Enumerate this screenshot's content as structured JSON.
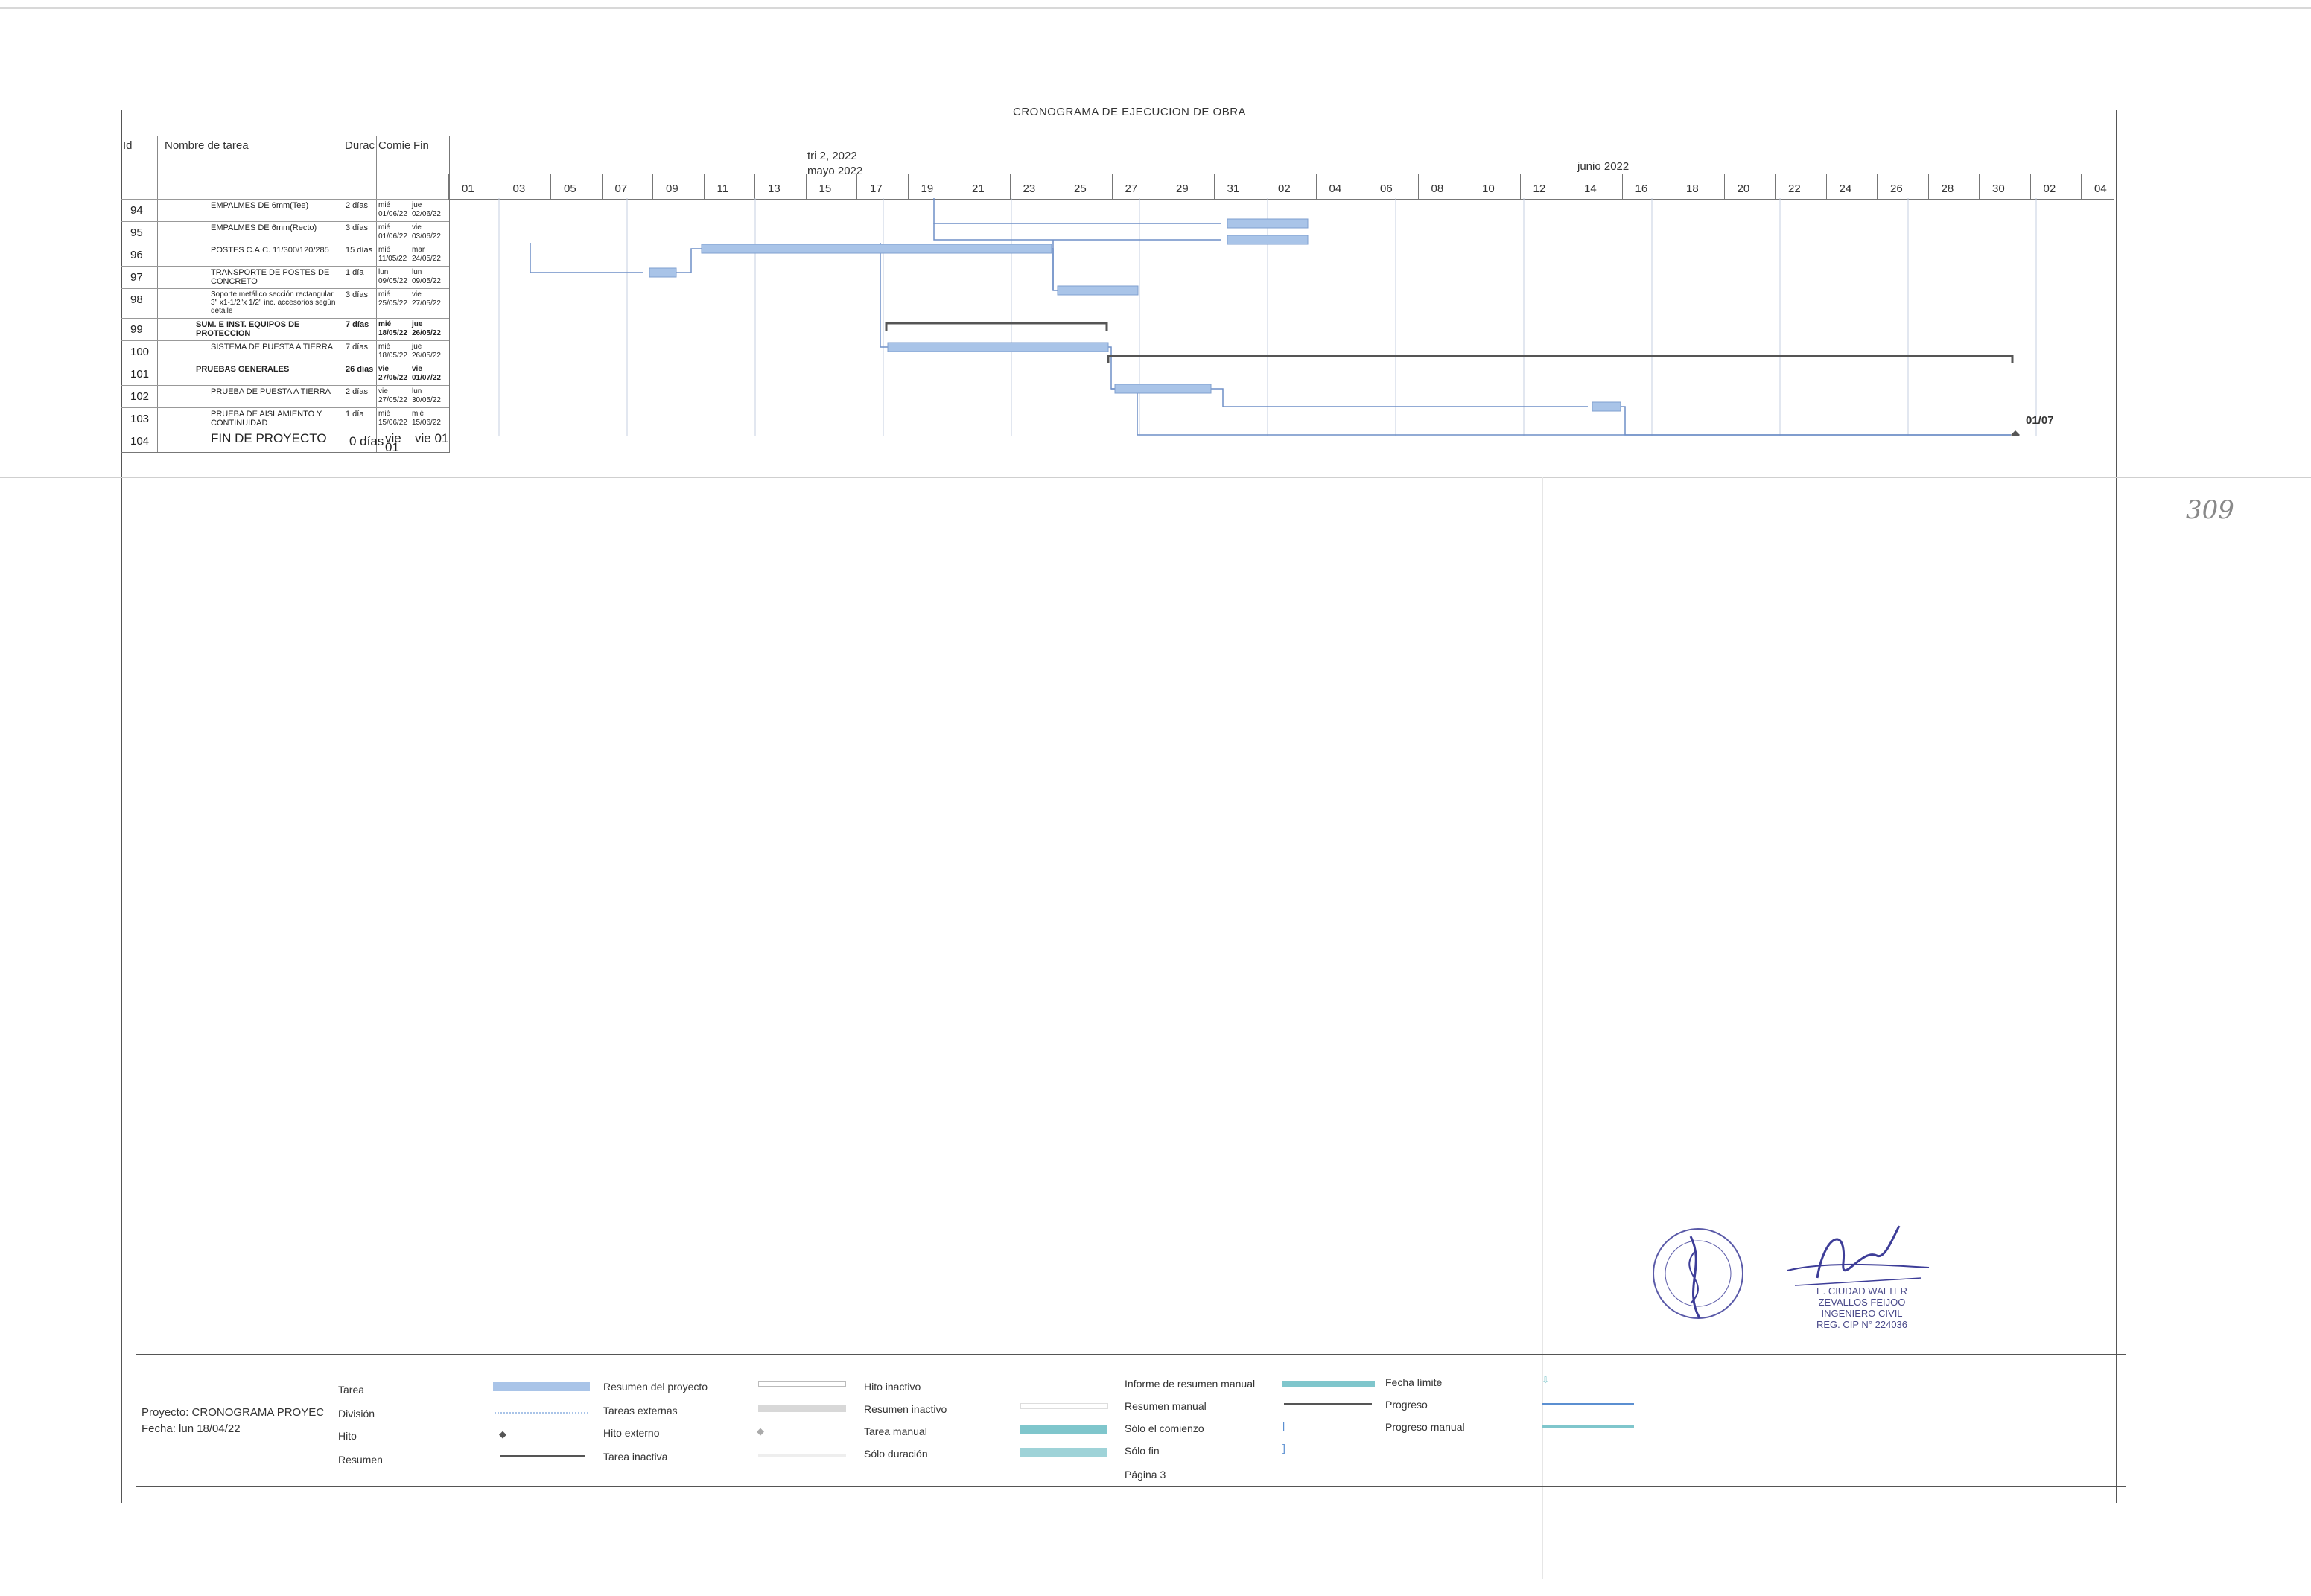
{
  "document": {
    "title": "CRONOGRAMA DE EJECUCION DE OBRA",
    "handwritten_note": "309",
    "page_label": "Página 3"
  },
  "table_headers": {
    "id": "Id",
    "name": "Nombre de tarea",
    "duration": "Durac",
    "start": "Comie",
    "end": "Fin"
  },
  "timescale": {
    "quarter": "tri 2, 2022",
    "month1": "mayo 2022",
    "month2": "junio 2022",
    "days": [
      "01",
      "03",
      "05",
      "07",
      "09",
      "11",
      "13",
      "15",
      "17",
      "19",
      "21",
      "23",
      "25",
      "27",
      "29",
      "31",
      "02",
      "04",
      "06",
      "08",
      "10",
      "12",
      "14",
      "16",
      "18",
      "20",
      "22",
      "24",
      "26",
      "28",
      "30",
      "02",
      "04"
    ]
  },
  "tasks": [
    {
      "id": "94",
      "name": "EMPALMES DE 6mm(Tee)",
      "dur": "2 días",
      "start": "mié 01/06/22",
      "end": "jue 02/06/22",
      "bold": false
    },
    {
      "id": "95",
      "name": "EMPALMES DE 6mm(Recto)",
      "dur": "3 días",
      "start": "mié 01/06/22",
      "end": "vie 03/06/22",
      "bold": false
    },
    {
      "id": "96",
      "name": "POSTES C.A.C. 11/300/120/285",
      "dur": "15 días",
      "start": "mié 11/05/22",
      "end": "mar 24/05/22",
      "bold": false
    },
    {
      "id": "97",
      "name": "TRANSPORTE DE POSTES DE CONCRETO",
      "dur": "1 día",
      "start": "lun 09/05/22",
      "end": "lun 09/05/22",
      "bold": false
    },
    {
      "id": "98",
      "name": "Soporte metálico sección rectangular 3\" x1-1/2\"x 1/2\" inc. accesorios según detalle",
      "dur": "3 días",
      "start": "mié 25/05/22",
      "end": "vie 27/05/22",
      "bold": false
    },
    {
      "id": "99",
      "name": "SUM. E INST. EQUIPOS DE PROTECCION",
      "dur": "7 días",
      "start": "mié 18/05/22",
      "end": "jue 26/05/22",
      "bold": true
    },
    {
      "id": "100",
      "name": "SISTEMA DE PUESTA A TIERRA",
      "dur": "7 días",
      "start": "mié 18/05/22",
      "end": "jue 26/05/22",
      "bold": false
    },
    {
      "id": "101",
      "name": "PRUEBAS GENERALES",
      "dur": "26 días",
      "start": "vie 27/05/22",
      "end": "vie 01/07/22",
      "bold": true
    },
    {
      "id": "102",
      "name": "PRUEBA DE PUESTA A TIERRA",
      "dur": "2 días",
      "start": "vie 27/05/22",
      "end": "lun 30/05/22",
      "bold": false
    },
    {
      "id": "103",
      "name": "PRUEBA DE AISLAMIENTO Y CONTINUIDAD",
      "dur": "1 día",
      "start": "mié 15/06/22",
      "end": "mié 15/06/22",
      "bold": false
    },
    {
      "id": "104",
      "name": "FIN DE PROYECTO",
      "dur": "0 días",
      "start": "vie 01",
      "end": "vie 01",
      "bold": false,
      "big": true
    }
  ],
  "milestone_label": "01/07",
  "signature": {
    "line1": "E. CIUDAD WALTER",
    "line2": "ZEVALLOS FEIJOO",
    "line3": "INGENIERO CIVIL",
    "line4": "REG. CIP N° 224036"
  },
  "legend": {
    "project": "Proyecto: CRONOGRAMA PROYEC",
    "date": "Fecha: lun 18/04/22",
    "col1": [
      "Tarea",
      "División",
      "Hito",
      "Resumen"
    ],
    "col2": [
      "Resumen del proyecto",
      "Tareas externas",
      "Hito externo",
      "Tarea inactiva"
    ],
    "col3": [
      "Hito inactivo",
      "Resumen inactivo",
      "Tarea manual",
      "Sólo duración"
    ],
    "col4": [
      "Informe de resumen manual",
      "Resumen manual",
      "Sólo el comienzo",
      "Sólo fin"
    ],
    "col5": [
      "Fecha límite",
      "Progreso",
      "Progreso manual"
    ]
  },
  "colors": {
    "task_bar": "#a9c4e8",
    "summary_bar": "#555555",
    "manual_bar": "#7fc6cc",
    "link_line": "#6f8fc7",
    "progress": "#5b8fd1"
  }
}
